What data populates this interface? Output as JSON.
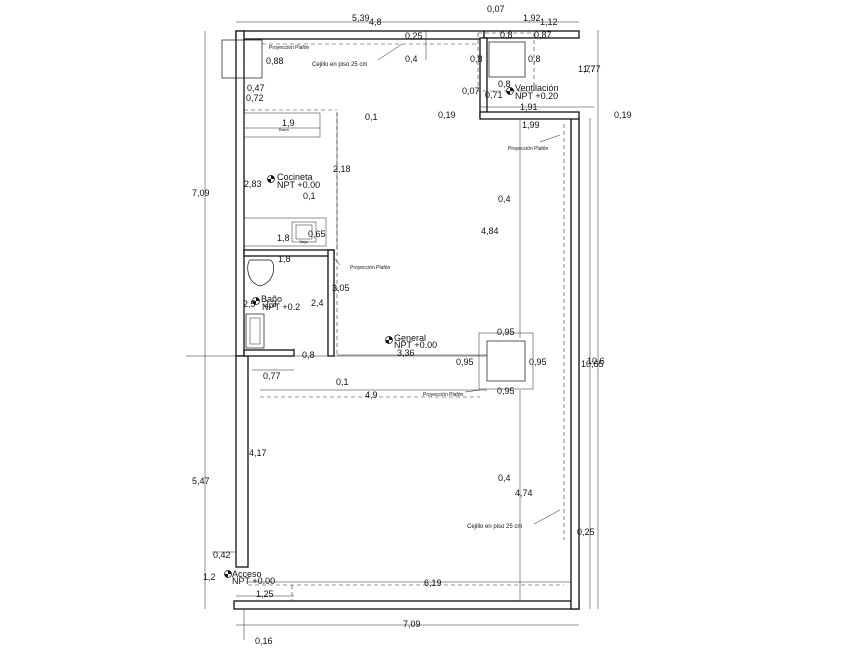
{
  "colors": {
    "ink": "#111111",
    "background": "#ffffff"
  },
  "dims": {
    "d539": "5,39",
    "d48": "4,8",
    "d007a": "0,07",
    "d192": "1,92",
    "d112": "1,12",
    "d025a": "0,25",
    "d08a": "0,8",
    "d087": "0,87",
    "d04a": "0,4",
    "d08b": "0,8",
    "d08c": "0,8",
    "d088": "0,88",
    "d177": "1,77",
    "d077a": "1,77",
    "d047": "0,47",
    "d072": "0,72",
    "d08d": "0,8",
    "d007b": "0,07",
    "d071": "0,71",
    "d191": "1,91",
    "d019a": "0,19",
    "d019b": "0,19",
    "d01a": "0,1",
    "d19": "1,9",
    "d199": "1,99",
    "d709v": "7,09",
    "d283": "2,83",
    "d218": "2,18",
    "d01b": "0,1",
    "d04b": "0,4",
    "d484": "4,84",
    "d18a": "1,8",
    "d065": "0,65",
    "d18b": "1,8",
    "d305": "3,05",
    "d25": "2,5",
    "d23": "2,3",
    "d24": "2,4",
    "d095a": "0,95",
    "d095b": "0,95",
    "d095c": "0,95",
    "d095d": "0,95",
    "d336": "3,36",
    "d08e": "0,8",
    "d077b": "0,77",
    "d01c": "0,1",
    "d49": "4,9",
    "d106": "10,6",
    "d1065": "10,65",
    "d547": "5,47",
    "d417": "4,17",
    "d04c": "0,4",
    "d474": "4,74",
    "d025b": "0,25",
    "d042": "0,42",
    "d12": "1,2",
    "d619": "6,19",
    "d125": "1,25",
    "d709h": "7,09",
    "d016": "0,16"
  },
  "labels": {
    "proyeccion_top": "Proyección Plafón",
    "cejillo_top": "Cejillo en piso 25 cm",
    "proyeccion_right": "Proyección Plafón",
    "proyeccion_mid": "Proyección Plafón",
    "proyeccion_bottom": "Proyección Plafón",
    "cejillo_bottom": "Cejillo en piso 25 cm",
    "barra": "Barra",
    "tarja": "Tarja"
  },
  "rooms": {
    "ventilacion": {
      "name": "Ventilación",
      "level": "NPT +0.20"
    },
    "cocineta": {
      "name": "Cocineta",
      "level": "NPT +0.00"
    },
    "bano": {
      "name": "Baño",
      "level": "NPT +0.2"
    },
    "general": {
      "name": "General",
      "level": "NPT +0.00"
    },
    "acceso": {
      "name": "Acceso",
      "level": "NPT +0.00"
    }
  }
}
